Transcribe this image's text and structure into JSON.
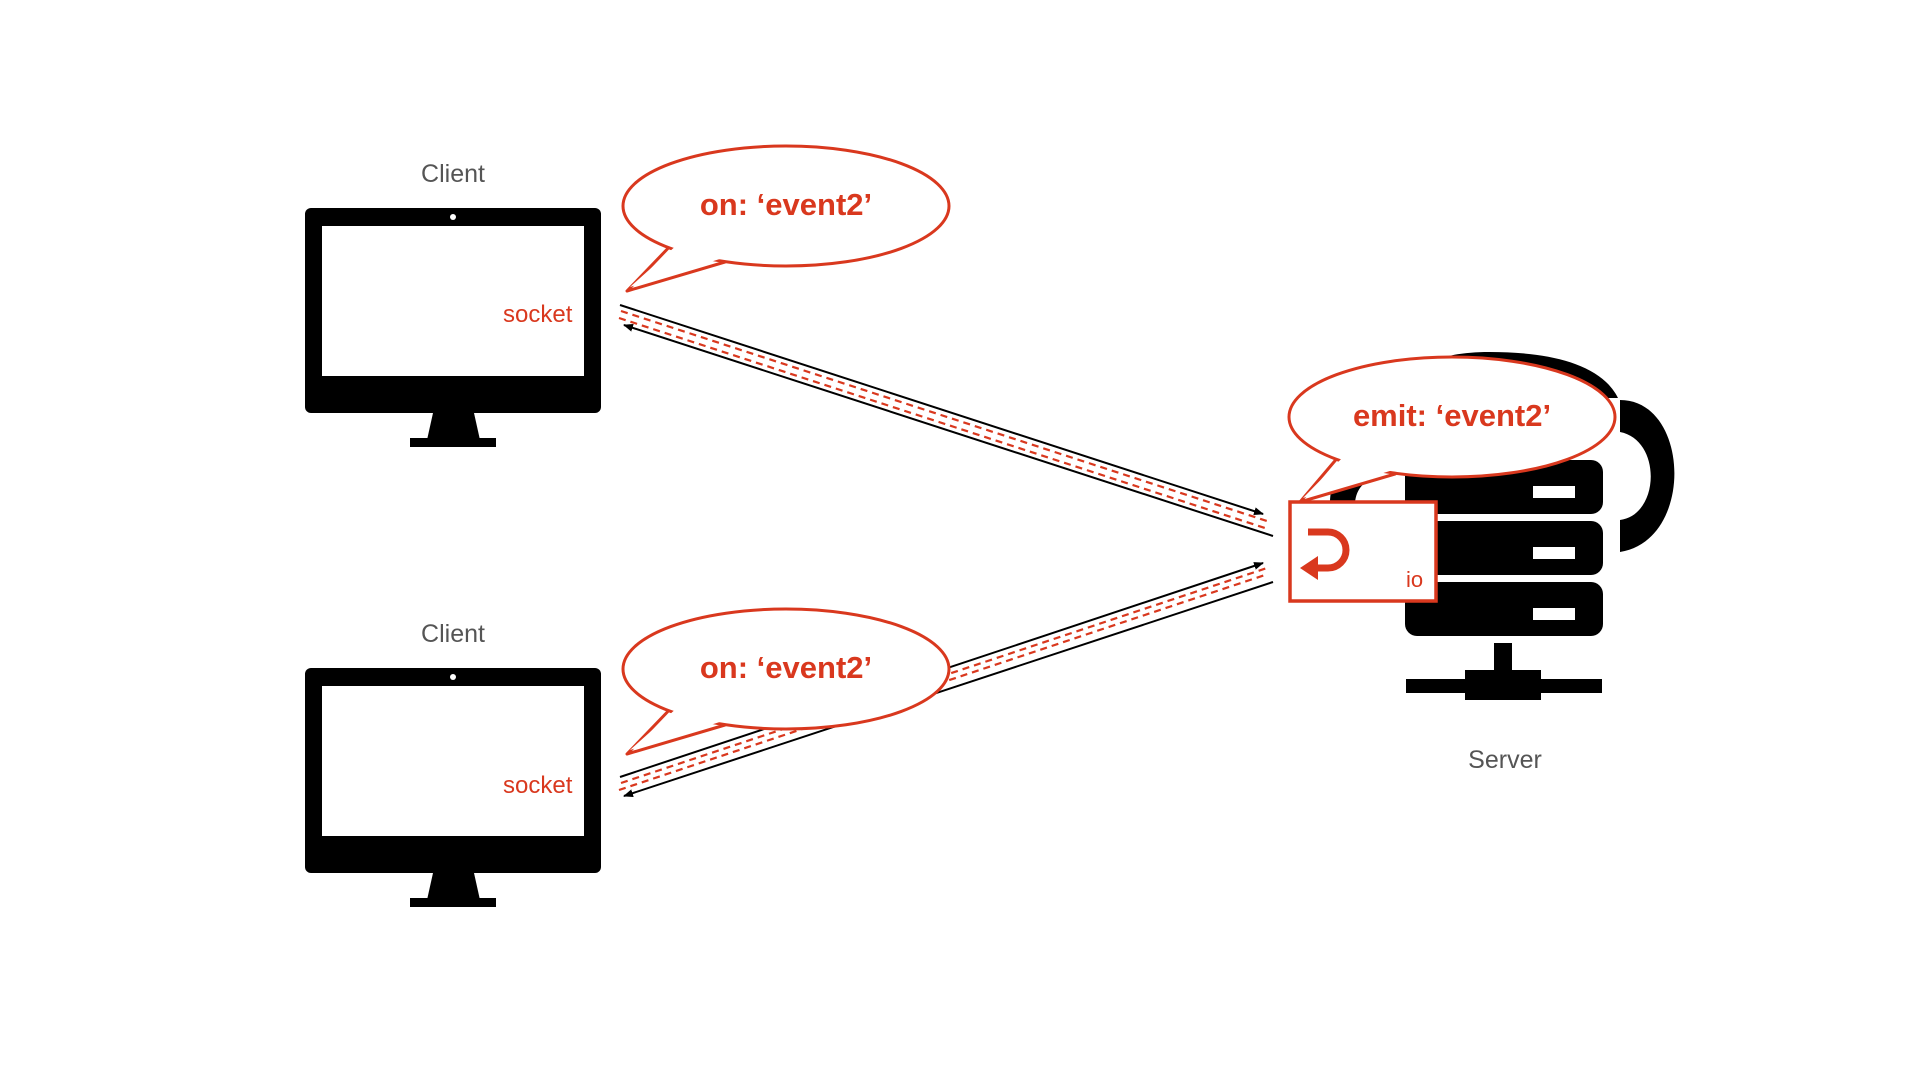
{
  "colors": {
    "accent": "#d9381e",
    "icon": "#000000",
    "label": "#555555",
    "background": "#ffffff"
  },
  "clients": [
    {
      "label": "Client",
      "socket_label": "socket",
      "bubble_text": "on: ‘event2’",
      "icon": "monitor-icon"
    },
    {
      "label": "Client",
      "socket_label": "socket",
      "bubble_text": "on: ‘event2’",
      "icon": "monitor-icon"
    }
  ],
  "server": {
    "label": "Server",
    "io_label": "io",
    "bubble_text": "emit: ‘event2’",
    "icon": "server-rack-icon",
    "io_icon": "return-arrow-icon"
  }
}
